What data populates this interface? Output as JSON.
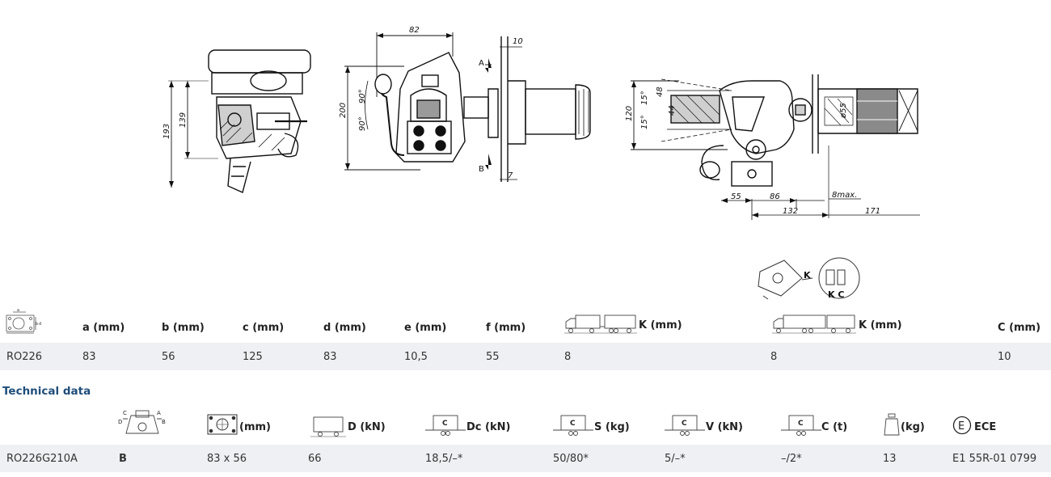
{
  "drawing": {
    "dims_left": {
      "d1": "193",
      "d2": "139"
    },
    "dims_mid": {
      "top": "82",
      "height": "200",
      "ang1": "90°",
      "ang2": "90°",
      "cut_a": "A",
      "cut_b": "B",
      "gap_top": "10",
      "gap_bot": "7"
    },
    "dims_right": {
      "h": "120",
      "ang_up": "15°",
      "ang_dn": "15°",
      "d48": "48",
      "d44": "44",
      "dia": "ø55",
      "b55": "55",
      "b86": "86",
      "b132": "132",
      "b171": "171",
      "max8": "8max."
    },
    "inset_labels": {
      "k": "K",
      "kc": "K C"
    }
  },
  "table1": {
    "headers": {
      "a": "a (mm)",
      "b": "b (mm)",
      "c": "c (mm)",
      "d": "d (mm)",
      "e": "e (mm)",
      "f": "f (mm)",
      "k1": "K (mm)",
      "k2": "K (mm)",
      "cc": "C (mm)"
    },
    "row": {
      "model": "RO226",
      "a": "83",
      "b": "56",
      "c": "125",
      "d": "83",
      "e": "10,5",
      "f": "55",
      "k1": "8",
      "k2": "8",
      "cc": "10"
    }
  },
  "section_title": "Technical data",
  "table2": {
    "headers": {
      "plate": "(mm)",
      "d": "D (kN)",
      "dc": "Dc (kN)",
      "s": "S (kg)",
      "v": "V (kN)",
      "c": "C (t)",
      "kg": "(kg)",
      "ece": "ECE"
    },
    "icon_letters": {
      "c": "C",
      "e": "E"
    },
    "row": {
      "model": "RO226G210A",
      "type": "B",
      "plate": "83 x 56",
      "d": "66",
      "dc": "18,5/–*",
      "s": "50/80*",
      "v": "5/–*",
      "c": "–/2*",
      "kg": "13",
      "ece": "E1 55R-01 0799"
    }
  }
}
